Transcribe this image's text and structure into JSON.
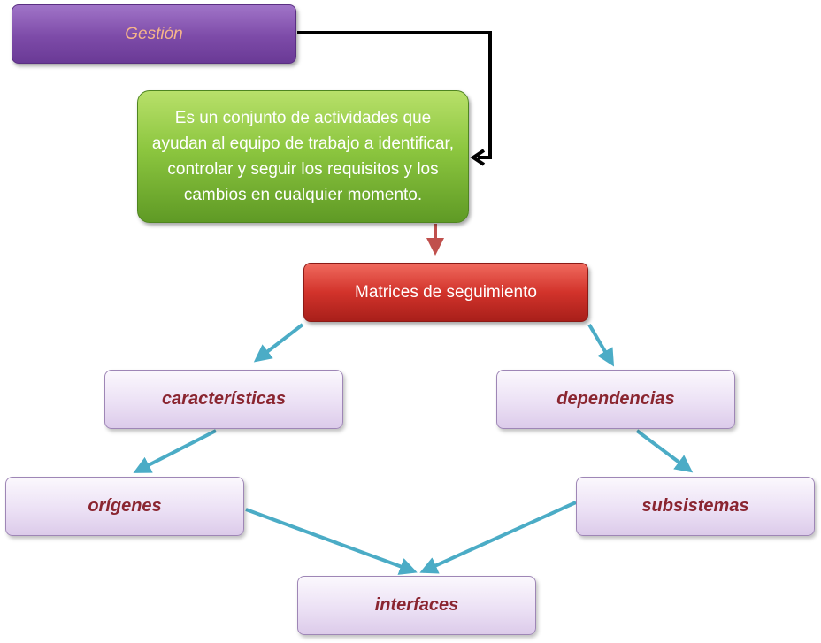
{
  "diagram": {
    "title_box": "Gestión",
    "definition_box": "Es un conjunto de actividades que ayudan al equipo de trabajo a identificar, controlar y seguir los requisitos y los cambios en cualquier momento.",
    "main_box": "Matrices de seguimiento",
    "nodes": {
      "caracteristicas": "características",
      "dependencias": "dependencias",
      "origenes": "orígenes",
      "subsistemas": "subsistemas",
      "interfaces": "interfaces"
    }
  },
  "colors": {
    "title_box": "#7d4ba8",
    "title_text": "#f6b58a",
    "definition_box": "#8cc63f",
    "main_box": "#d2332b",
    "node_fill": "#ece1f5",
    "node_text": "#8a2530",
    "arrow_black": "#000000",
    "arrow_red": "#c0504d",
    "arrow_teal": "#4bacc6"
  }
}
